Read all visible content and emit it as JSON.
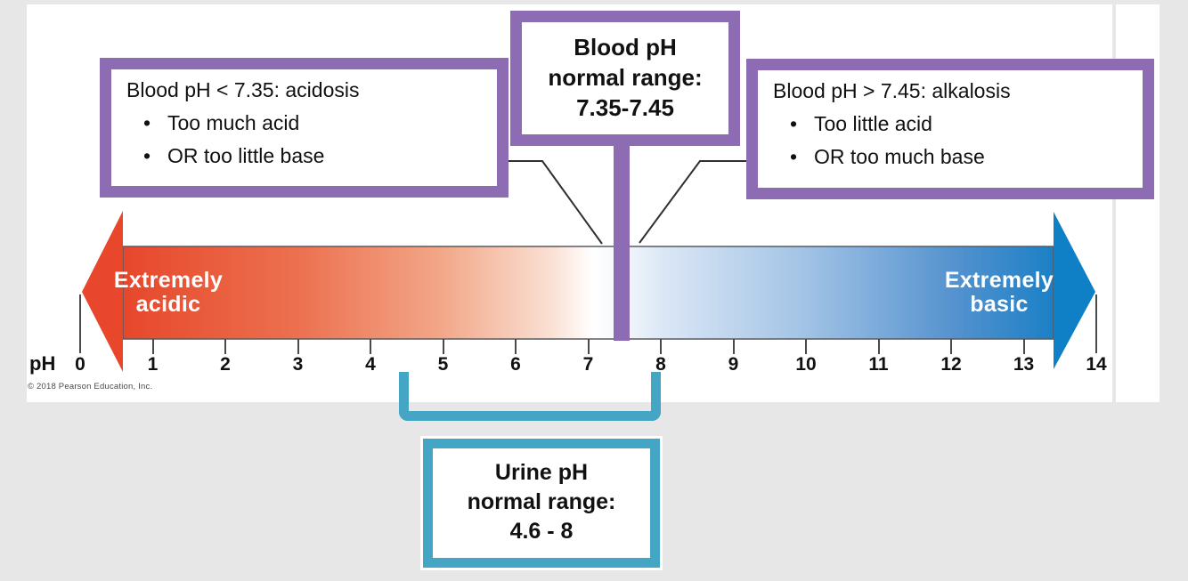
{
  "figure": {
    "copyright": "© 2018 Pearson Education, Inc.",
    "scale_label": "pH",
    "tick_labels": [
      "0",
      "1",
      "2",
      "3",
      "4",
      "5",
      "6",
      "7",
      "8",
      "9",
      "10",
      "11",
      "12",
      "13",
      "14"
    ],
    "scale_min": 0,
    "scale_max": 14
  },
  "arrow_labels": {
    "acidic_line1": "Extremely",
    "acidic_line2": "acidic",
    "basic_line1": "Extremely",
    "basic_line2": "basic"
  },
  "callouts": {
    "blood_normal": {
      "line1": "Blood pH",
      "line2": "normal range:",
      "line3": "7.35-7.45"
    },
    "acidosis": {
      "title": "Blood pH < 7.35: acidosis",
      "bullet_glyph": "•",
      "bullets": [
        "Too much acid",
        "OR too little base"
      ]
    },
    "alkalosis": {
      "title": "Blood pH > 7.45: alkalosis",
      "bullet_glyph": "•",
      "bullets": [
        "Too little acid",
        "OR too much base"
      ]
    },
    "urine_normal": {
      "line1": "Urine pH",
      "line2": "normal range:",
      "line3": "4.6 - 8"
    }
  },
  "colors": {
    "purple": "#8e6cb4",
    "teal": "#45a5c5",
    "acid_red": "#e7472b",
    "base_blue": "#1b80c6"
  }
}
